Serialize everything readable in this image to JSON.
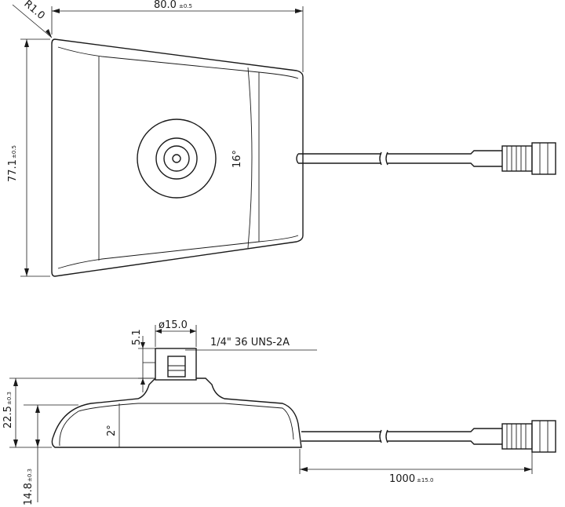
{
  "top_view": {
    "radius_label": "R1.0",
    "width_value": "80.0",
    "width_tol": "±0.5",
    "height_value": "77.1",
    "height_tol": "±0.5",
    "angle_label": "16°"
  },
  "side_view": {
    "diameter_label": "ø15.0",
    "thread_label": "1/4\" 36 UNS-2A",
    "neck_height_label": "5.1",
    "total_height_value": "22.5",
    "total_height_tol": "±0.3",
    "angle_label": "2°",
    "base_height_value": "14.8",
    "base_height_tol": "±0.3",
    "cable_length_value": "1000",
    "cable_length_tol": "±15.0"
  },
  "colors": {
    "line": "#1a1a1a",
    "background": "#ffffff"
  }
}
